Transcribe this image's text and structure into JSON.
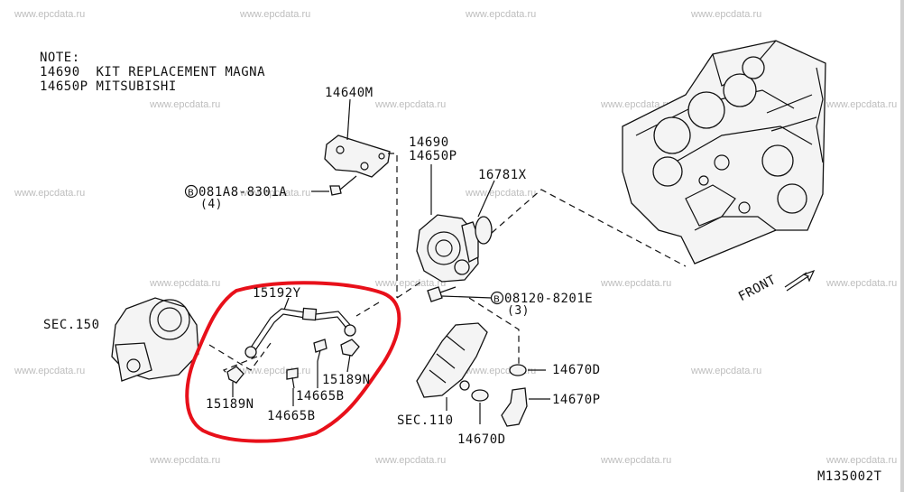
{
  "watermark": "www.epcdata.ru",
  "note": {
    "title": "NOTE:",
    "line1": "14690  KIT REPLACEMENT MAGNA",
    "line2": "14650P MITSUBISHI"
  },
  "labels": {
    "p14640M": "14640M",
    "p14690": "14690",
    "p14650P": "14650P",
    "p16781X": "16781X",
    "bolt1": "081A8-8301A",
    "bolt1_qty": "(4)",
    "bolt2": "08120-8201E",
    "bolt2_qty": "(3)",
    "sec150": "SEC.150",
    "p15192Y": "15192Y",
    "p15189N_a": "15189N",
    "p15189N_b": "15189N",
    "p14665B_a": "14665B",
    "p14665B_b": "14665B",
    "p14670D_a": "14670D",
    "p14670D_b": "14670D",
    "p14670P": "14670P",
    "sec110": "SEC.110",
    "front": "FRONT",
    "diagram_id": "M135002T"
  },
  "icons": {
    "bolt_marker": "circled-b-icon"
  }
}
